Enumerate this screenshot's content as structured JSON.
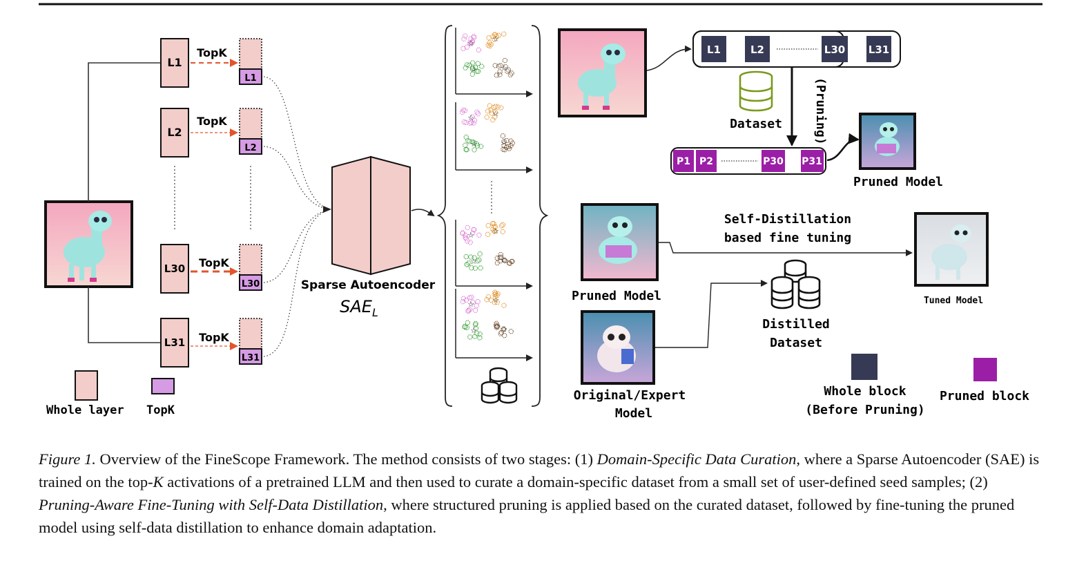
{
  "layers": {
    "whole": [
      "L1",
      "L2",
      "L30",
      "L31"
    ],
    "topk": [
      "L1",
      "L2",
      "L30",
      "L31"
    ],
    "topk_label": "TopK"
  },
  "legend_left": {
    "whole_layer": "Whole layer",
    "topk": "TopK"
  },
  "sae": {
    "title": "Sparse Autoencoder",
    "symbol_main": "SAE",
    "symbol_sub": "L"
  },
  "blocks_top": [
    "L1",
    "L2",
    "L30",
    "L31"
  ],
  "blocks_pruned": [
    "P1",
    "P2",
    "P30",
    "P31"
  ],
  "dataset_label": "Dataset",
  "pruning_label": "(Pruning)",
  "pruned_model_top": "Pruned Model",
  "pruned_model_left": "Pruned Model",
  "self_distillation": [
    "Self-Distillation",
    "based fine tuning"
  ],
  "original_model": [
    "Original/Expert",
    "Model"
  ],
  "distilled_dataset": [
    "Distilled",
    "Dataset"
  ],
  "tuned_model": "Tuned Model",
  "legend_right": {
    "whole_block": [
      "Whole block",
      "(Before Pruning)"
    ],
    "pruned_block": "Pruned block"
  },
  "colors": {
    "layer_fill": "#f2cdca",
    "topk_fill": "#d59be3",
    "block_dark": "#363a54",
    "block_pruned": "#9a1fa6",
    "arrow_red": "#e0552c",
    "db_green": "#7a9a1c"
  },
  "caption": {
    "label": "Figure 1.",
    "text1": " Overview of the FineScope Framework. The method consists of two stages: (1) ",
    "em1": "Domain-Specific Data Curation",
    "text2": ", where a Sparse Autoencoder (SAE) is trained on the top-",
    "k": "K",
    "text3": " activations of a pretrained LLM and then used to curate a domain-specific dataset from a small set of user-defined seed samples; (2) ",
    "em2": "Pruning-Aware Fine-Tuning with Self-Data Distillation",
    "text4": ", where structured pruning is applied based on the curated dataset, followed by fine-tuning the pruned model using self-data distillation to enhance domain adaptation."
  }
}
